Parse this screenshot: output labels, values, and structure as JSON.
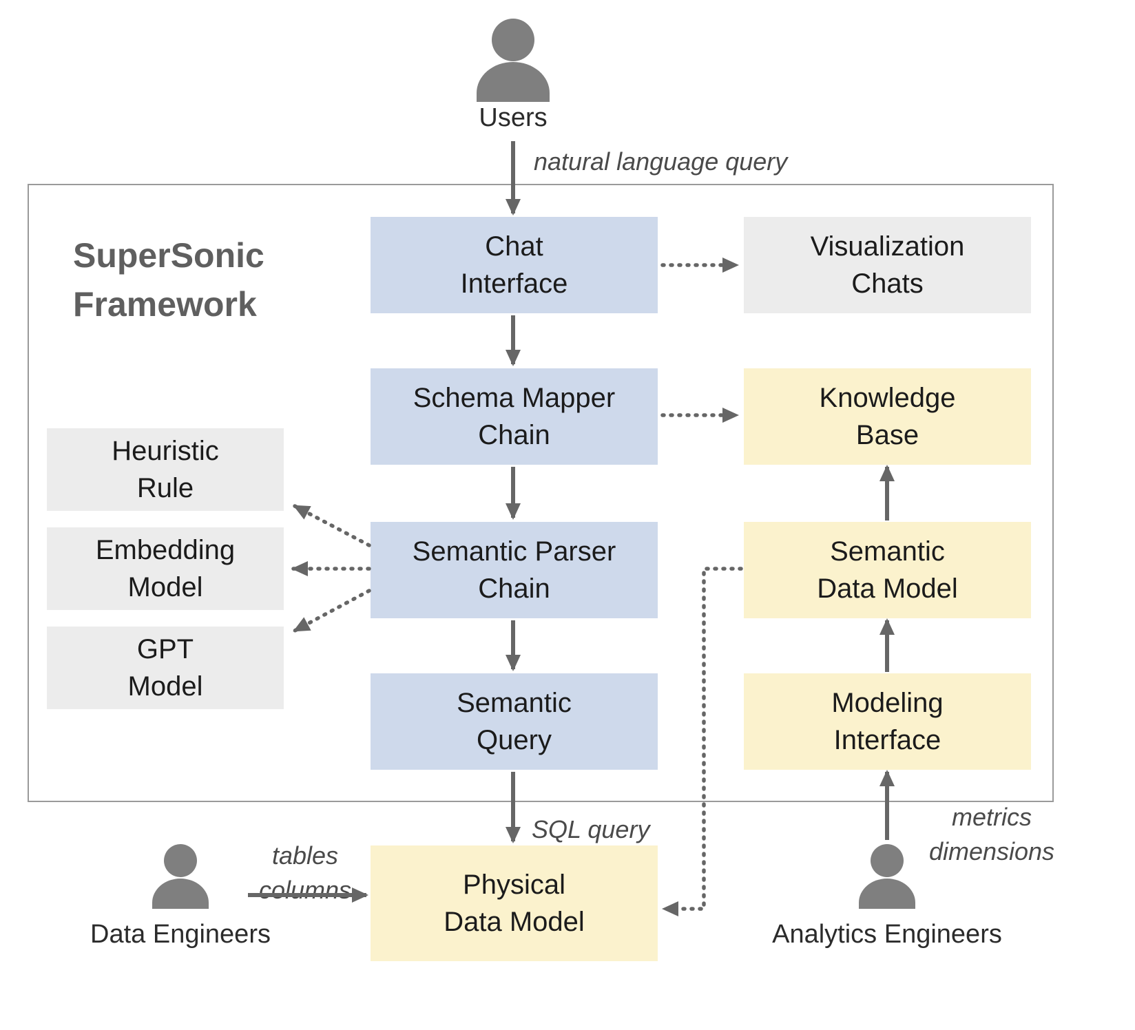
{
  "diagram": {
    "title": "SuperSonic\nFramework",
    "actors": {
      "users": "Users",
      "data_engineers": "Data Engineers",
      "analytics_engineers": "Analytics Engineers"
    },
    "nodes": {
      "chat_interface": "Chat\nInterface",
      "visualization_chats": "Visualization\nChats",
      "schema_mapper_chain": "Schema Mapper\nChain",
      "knowledge_base": "Knowledge\nBase",
      "heuristic_rule": "Heuristic\nRule",
      "embedding_model": "Embedding\nModel",
      "gpt_model": "GPT\nModel",
      "semantic_parser_chain": "Semantic Parser\nChain",
      "semantic_data_model": "Semantic\nData Model",
      "semantic_query": "Semantic\nQuery",
      "modeling_interface": "Modeling\nInterface",
      "physical_data_model": "Physical\nData Model"
    },
    "edge_labels": {
      "natural_language_query": "natural language query",
      "sql_query": "SQL query",
      "tables_columns": "tables\ncolumns",
      "metrics_dimensions": "metrics\ndimensions"
    },
    "colors": {
      "process_box": "#ced9eb",
      "artifact_box": "#fbf2cd",
      "external_box": "#ececec",
      "arrow": "#666666",
      "icon": "#7f7f7f"
    }
  }
}
